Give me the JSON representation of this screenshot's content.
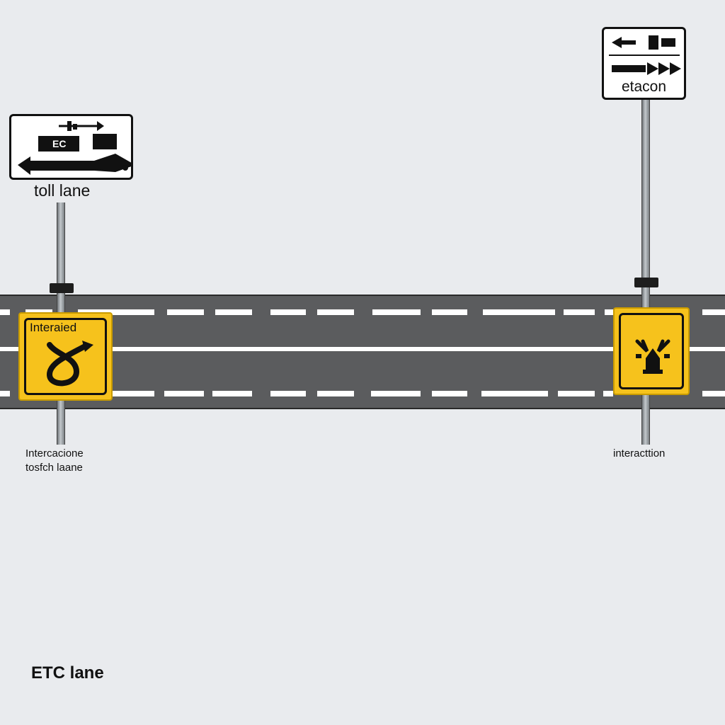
{
  "colors": {
    "background": "#e9ebee",
    "road": "#5b5c5e",
    "lane_marking": "#ffffff",
    "yellow_sign": "#f6c21c",
    "sign_border": "#111111"
  },
  "sign_left": {
    "box_text": "EC",
    "caption": "toll lane",
    "icons": [
      "arrow-right-icon",
      "arrow-left-icon"
    ]
  },
  "sign_right": {
    "text": "etacon",
    "icons": [
      "arrow-left-icon",
      "arrow-double-right-icon"
    ]
  },
  "yellow_left": {
    "title": "Interaied",
    "icon": "loop-arrow-icon"
  },
  "yellow_right": {
    "icon": "merge-icon"
  },
  "captions": {
    "left_line1": "Intercacione",
    "left_line2": "tosfch laane",
    "right": "interacttion"
  },
  "footer": {
    "label": "ETC lane"
  }
}
